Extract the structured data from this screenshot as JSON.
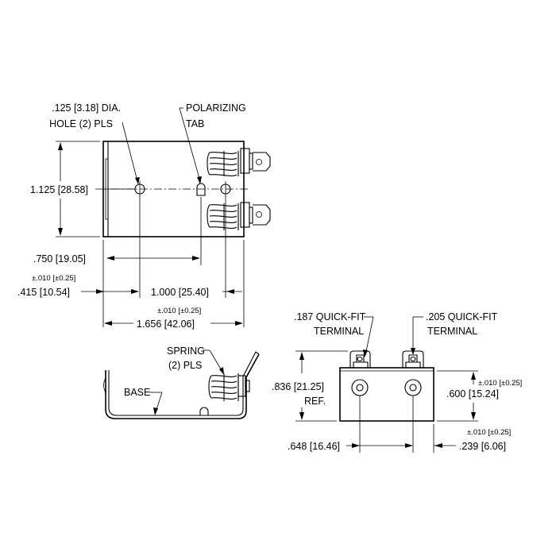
{
  "labels": {
    "hole_dia": ".125 [3.18] DIA.",
    "hole_pls": "HOLE (2) PLS",
    "polarizing": "POLARIZING",
    "tab": "TAB",
    "height": "1.125 [28.58]",
    "offset_750": ".750 [19.05]",
    "tol_415": "±.010 [±0.25]",
    "dim_415": ".415 [10.54]",
    "dim_1000": "1.000 [25.40]",
    "tol_1656": "±.010 [±0.25]",
    "dim_1656": "1.656 [42.06]",
    "spring": "SPRING",
    "spring_pls": "(2) PLS",
    "base": "BASE",
    "term187_a": ".187 QUICK-FIT",
    "term187_b": "TERMINAL",
    "term205_a": ".205 QUICK-FIT",
    "term205_b": "TERMINAL",
    "dim_836": ".836 [21.25]",
    "ref": "REF.",
    "tol_600": "±.010 [±0.25]",
    "dim_600": ".600 [15.24]",
    "tol_239": "±.010 [±0.25]",
    "dim_648": ".648 [16.46]",
    "dim_239": ".239 [6.06]"
  }
}
